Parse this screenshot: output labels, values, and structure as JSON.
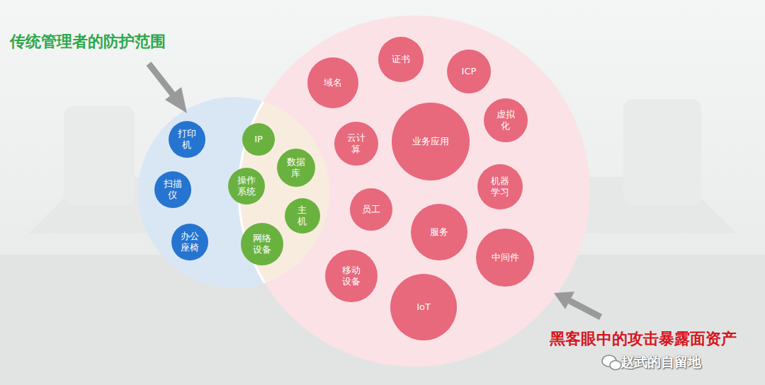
{
  "diagram": {
    "nodes": [
      {
        "text": [
          "打印机"
        ]
      },
      {
        "text": [
          "扫描仪"
        ]
      },
      {
        "text": [
          "办公座椅"
        ]
      },
      {
        "text": [
          "IP"
        ]
      },
      {
        "text": [
          "操作系统"
        ]
      },
      {
        "text": [
          "数据库"
        ]
      },
      {
        "text": [
          "主机"
        ]
      },
      {
        "text": [
          "网络设备"
        ]
      },
      {
        "text": [
          "域名"
        ]
      },
      {
        "text": [
          "证书"
        ]
      },
      {
        "text": [
          "ICP"
        ]
      },
      {
        "text": [
          "虚拟化"
        ]
      },
      {
        "text": [
          "云计算"
        ]
      },
      {
        "text": [
          "业务应用"
        ]
      },
      {
        "text": [
          "机器学习"
        ]
      },
      {
        "text": [
          "员工"
        ]
      },
      {
        "text": [
          "服务"
        ]
      },
      {
        "text": [
          "中间件"
        ]
      },
      {
        "text": [
          "移动设备"
        ]
      },
      {
        "text": [
          "IoT"
        ]
      }
    ],
    "labels": [
      "传统管理者的防护范围",
      "黑客眼中的攻击暴露面资产",
      "赵武的自留地"
    ]
  }
}
